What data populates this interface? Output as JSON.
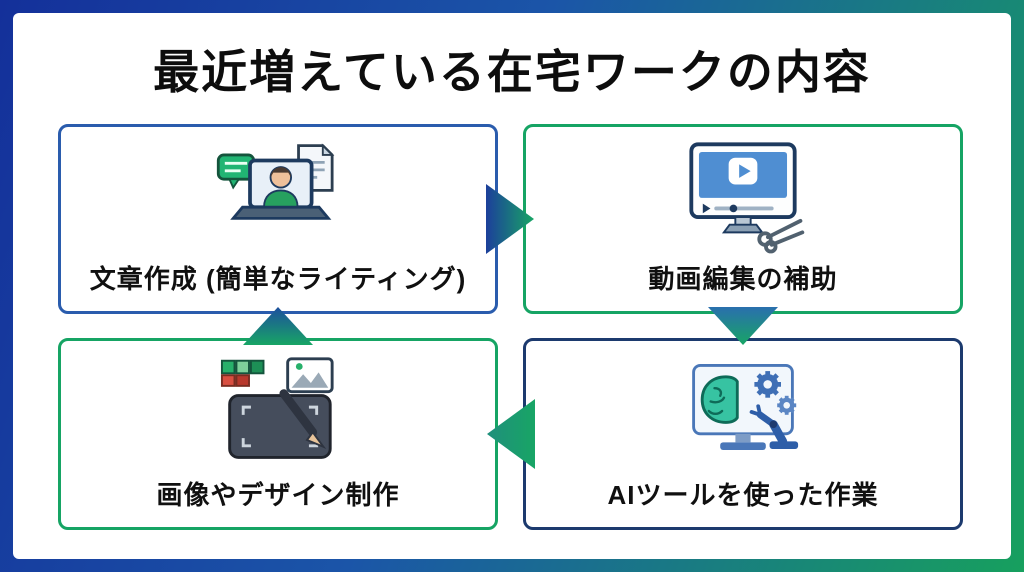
{
  "title": "最近増えている在宅ワークの内容",
  "boxes": [
    {
      "label": "文章作成 (簡単なライティング)",
      "icon": "writing-laptop-icon",
      "border_color": "#2a5cad"
    },
    {
      "label": "動画編集の補助",
      "icon": "video-editing-icon",
      "border_color": "#16a464"
    },
    {
      "label": "画像やデザイン制作",
      "icon": "design-tablet-icon",
      "border_color": "#16a464"
    },
    {
      "label": "AIツールを使った作業",
      "icon": "ai-tools-icon",
      "border_color": "#1c3a6e"
    }
  ],
  "arrows": [
    {
      "name": "arrow-right",
      "direction": "right",
      "from": "文章作成 (簡単なライティング)",
      "to": "動画編集の補助"
    },
    {
      "name": "arrow-down",
      "direction": "down",
      "from": "動画編集の補助",
      "to": "AIツールを使った作業"
    },
    {
      "name": "arrow-left",
      "direction": "left",
      "from": "AIツールを使った作業",
      "to": "画像やデザイン制作"
    },
    {
      "name": "arrow-up",
      "direction": "up",
      "from": "画像やデザイン制作",
      "to": "文章作成 (簡単なライティング)"
    }
  ],
  "colors": {
    "frame_gradient_start": "#14309a",
    "frame_gradient_end": "#17a05e",
    "panel_bg": "#ffffff",
    "title_color": "#0d0d0d",
    "arrow_blue": "#1c3f9b",
    "arrow_green": "#18a565"
  }
}
